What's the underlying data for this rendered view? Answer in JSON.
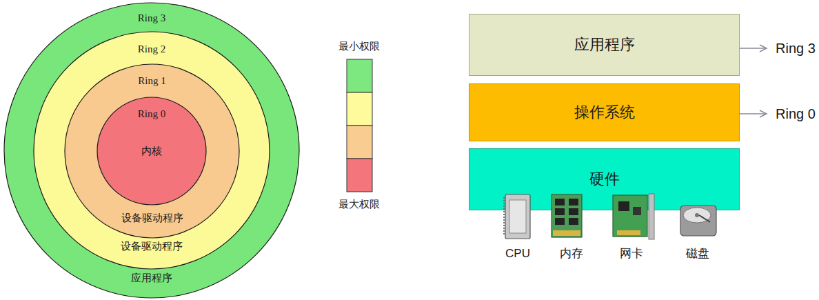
{
  "diagram": {
    "nodes": [
      {
        "text": [
          "Ring 3",
          "应用程序"
        ]
      },
      {
        "text": [
          "Ring 2",
          "设备驱动程序"
        ],
        "in": 0
      },
      {
        "text": [
          "Ring 1",
          "设备驱动程序"
        ],
        "in": 1
      },
      {
        "text": [
          "Ring 0",
          "内核"
        ],
        "in": 2
      },
      {
        "text": [
          "应用程序"
        ]
      },
      {
        "text": [
          "操作系统"
        ]
      },
      {
        "text": [
          "硬件"
        ]
      }
    ],
    "labels": [
      "最小权限",
      "最大权限",
      "Ring 3",
      "Ring 0",
      "CPU",
      "内存",
      "网卡",
      "磁盘"
    ]
  }
}
